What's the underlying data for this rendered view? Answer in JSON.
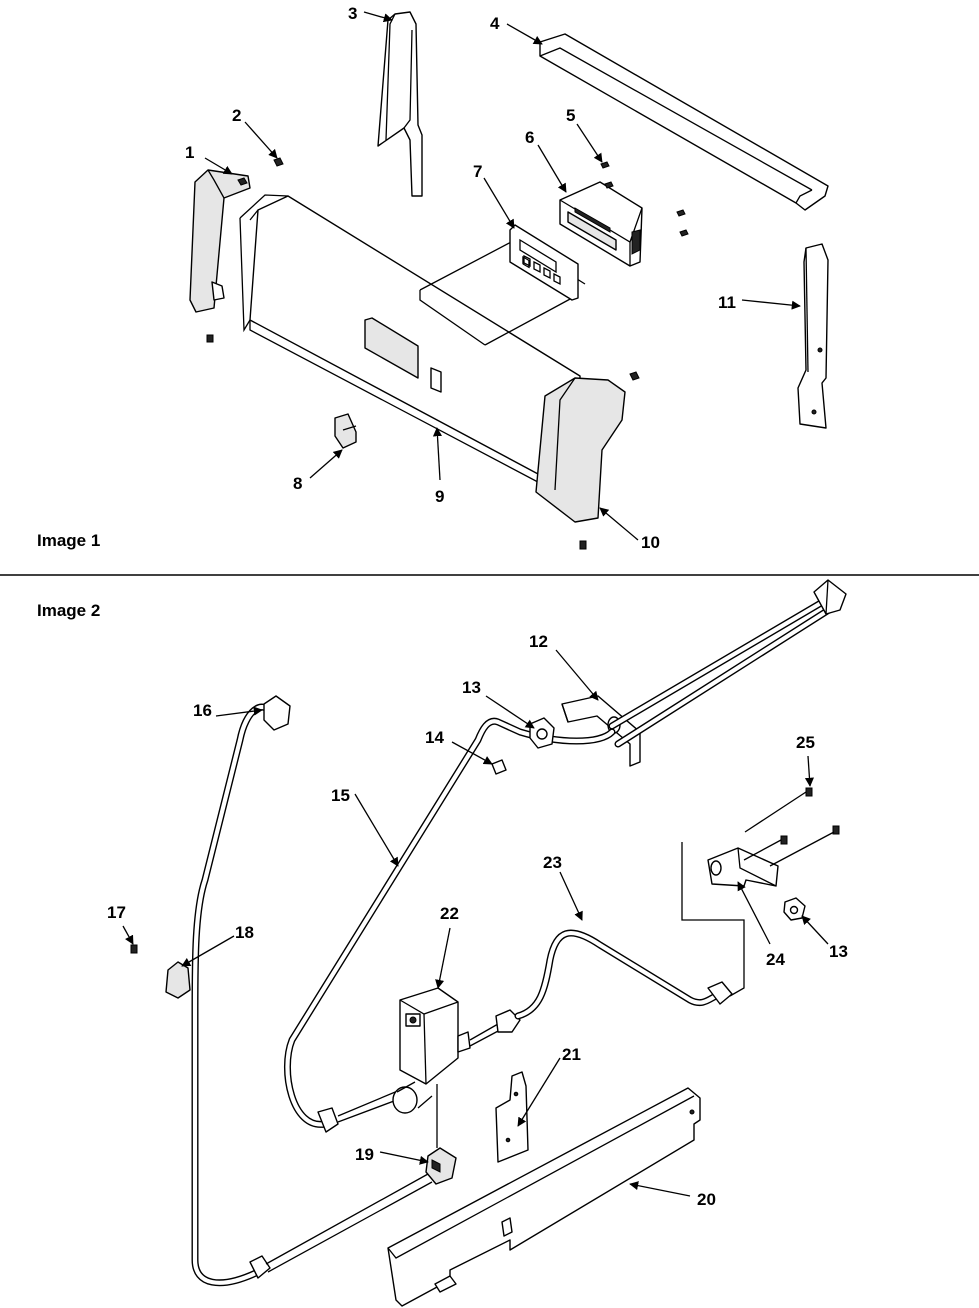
{
  "sections": [
    {
      "id": "image1",
      "label": "Image 1"
    },
    {
      "id": "image2",
      "label": "Image 2"
    }
  ],
  "callouts": [
    {
      "id": "c1",
      "text": "1"
    },
    {
      "id": "c2",
      "text": "2"
    },
    {
      "id": "c3",
      "text": "3"
    },
    {
      "id": "c4",
      "text": "4"
    },
    {
      "id": "c5",
      "text": "5"
    },
    {
      "id": "c6",
      "text": "6"
    },
    {
      "id": "c7",
      "text": "7"
    },
    {
      "id": "c8",
      "text": "8"
    },
    {
      "id": "c9",
      "text": "9"
    },
    {
      "id": "c10",
      "text": "10"
    },
    {
      "id": "c11",
      "text": "11"
    },
    {
      "id": "c12",
      "text": "12"
    },
    {
      "id": "c13a",
      "text": "13"
    },
    {
      "id": "c13b",
      "text": "13"
    },
    {
      "id": "c14",
      "text": "14"
    },
    {
      "id": "c15",
      "text": "15"
    },
    {
      "id": "c16",
      "text": "16"
    },
    {
      "id": "c17",
      "text": "17"
    },
    {
      "id": "c18",
      "text": "18"
    },
    {
      "id": "c19",
      "text": "19"
    },
    {
      "id": "c20",
      "text": "20"
    },
    {
      "id": "c21",
      "text": "21"
    },
    {
      "id": "c22",
      "text": "22"
    },
    {
      "id": "c23",
      "text": "23"
    },
    {
      "id": "c24",
      "text": "24"
    },
    {
      "id": "c25",
      "text": "25"
    }
  ],
  "colors": {
    "ink": "#000000",
    "paper": "#ffffff"
  }
}
